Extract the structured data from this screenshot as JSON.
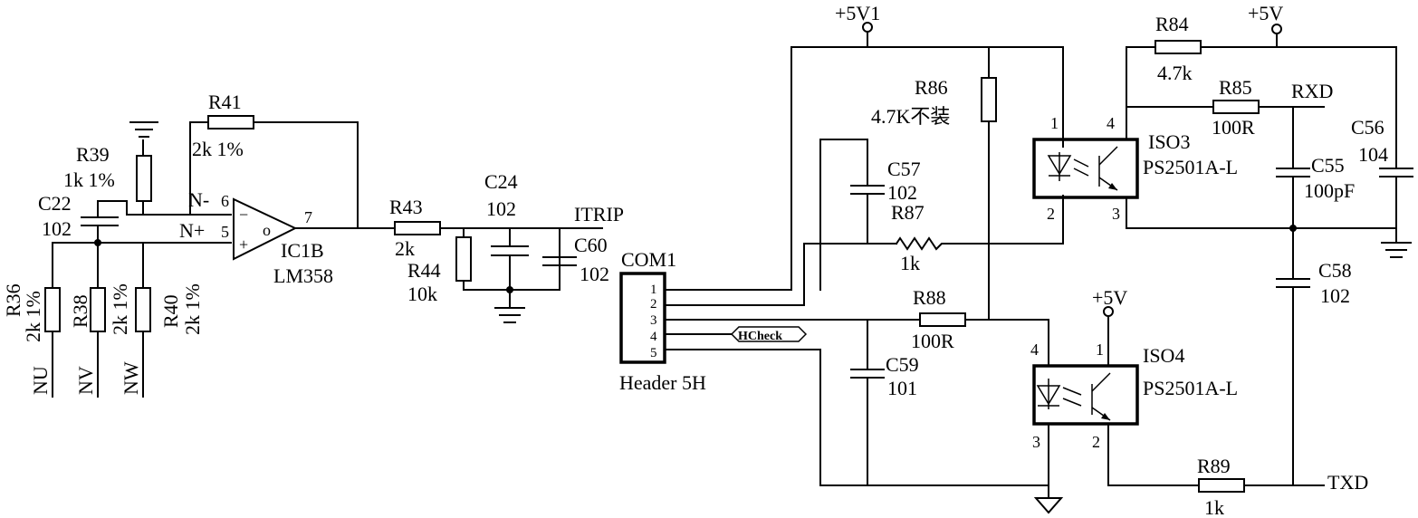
{
  "supplies": {
    "p5v1": "+5V1",
    "p5v_top": "+5V",
    "p5v_iso4": "+5V"
  },
  "opamp": {
    "ref": "IC1B",
    "part": "LM358",
    "pin_inv": "6",
    "pin_noninv": "5",
    "pin_out": "7",
    "label_inv": "N-",
    "label_noninv": "N+",
    "sym_minus": "−",
    "sym_plus": "+",
    "sym_o": "o"
  },
  "resistors": {
    "r36": {
      "ref": "R36",
      "value": "2k 1%"
    },
    "r38": {
      "ref": "R38",
      "value": "2k 1%"
    },
    "r39": {
      "ref": "R39",
      "value": "1k 1%"
    },
    "r40": {
      "ref": "R40",
      "value": "2k 1%"
    },
    "r41": {
      "ref": "R41",
      "value": "2k 1%"
    },
    "r43": {
      "ref": "R43",
      "value": "2k"
    },
    "r44": {
      "ref": "R44",
      "value": "10k"
    },
    "r84": {
      "ref": "R84",
      "value": "4.7k"
    },
    "r85": {
      "ref": "R85",
      "value": "100R"
    },
    "r86": {
      "ref": "R86",
      "value": "4.7K不装"
    },
    "r87": {
      "ref": "R87",
      "value": "1k"
    },
    "r88": {
      "ref": "R88",
      "value": "100R"
    },
    "r89": {
      "ref": "R89",
      "value": "1k"
    }
  },
  "capacitors": {
    "c22": {
      "ref": "C22",
      "value": "102"
    },
    "c24": {
      "ref": "C24",
      "value": "102"
    },
    "c55": {
      "ref": "C55",
      "value": "100pF"
    },
    "c56": {
      "ref": "C56",
      "value": "104"
    },
    "c57": {
      "ref": "C57",
      "value": "102"
    },
    "c58": {
      "ref": "C58",
      "value": "102"
    },
    "c59": {
      "ref": "C59",
      "value": "101"
    },
    "c60": {
      "ref": "C60",
      "value": "102"
    }
  },
  "connector": {
    "ref": "COM1",
    "part": "Header 5H",
    "pins": [
      "1",
      "2",
      "3",
      "4",
      "5"
    ]
  },
  "optocouplers": {
    "iso3": {
      "ref": "ISO3",
      "part": "PS2501A-L",
      "pins": [
        "1",
        "2",
        "3",
        "4"
      ]
    },
    "iso4": {
      "ref": "ISO4",
      "part": "PS2501A-L",
      "pins": [
        "1",
        "2",
        "3",
        "4"
      ]
    }
  },
  "nets": {
    "itrip": "ITRIP",
    "rxd": "RXD",
    "txd": "TXD",
    "hcheck": "HCheck",
    "nu": "NU",
    "nv": "NV",
    "nw": "NW"
  }
}
